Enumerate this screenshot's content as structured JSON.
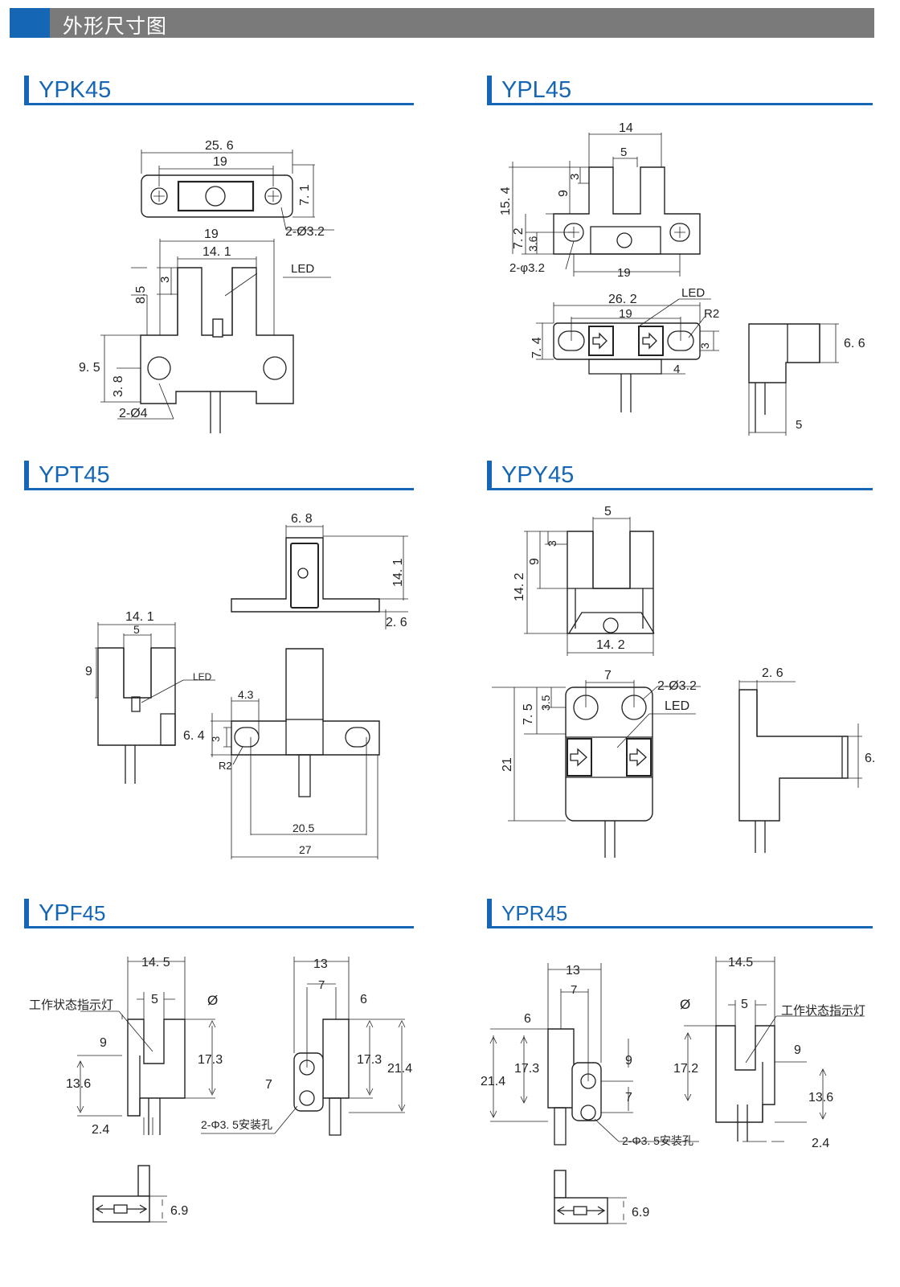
{
  "header": {
    "title": "外形尺寸图",
    "accent_color": "#1566b4",
    "bar_color": "#7a7a7a"
  },
  "sections": {
    "ypk45": {
      "title": "YPK45",
      "dims": {
        "d25_6": "25. 6",
        "d19a": "19",
        "d7_1": "7. 1",
        "hole": "2-Ø3.2",
        "d19b": "19",
        "d14_1": "14. 1",
        "led": "LED",
        "d8_5": "8.5",
        "d3": "3",
        "d9_5": "9. 5",
        "d3_8": "3. 8",
        "hole4": "2-Ø4"
      }
    },
    "ypl45": {
      "title": "YPL45",
      "dims": {
        "d14": "14",
        "d5": "5",
        "d15_4": "15. 4",
        "d9": "9",
        "d3": "3",
        "d7_2": "7. 2",
        "d3_6": "3.6",
        "hole": "2-φ3.2",
        "d19": "19",
        "led": "LED",
        "d26_2": "26. 2",
        "d19b": "19",
        "r2": "R2",
        "d7_4": "7. 4",
        "d3b": "3",
        "d4": "4",
        "d6_6": "6. 6",
        "d5b": "5"
      }
    },
    "ypt45": {
      "title": "YPT45",
      "dims": {
        "d6_8": "6. 8",
        "d14_1": "14. 1",
        "d2_6": "2. 6",
        "d14_1b": "14. 1",
        "d5": "5",
        "d9": "9",
        "led": "LED",
        "d4_3": "4.3",
        "d6_4": "6. 4",
        "d3": "3",
        "r2": "R2",
        "d20_5": "20.5",
        "d27": "27"
      }
    },
    "ypy45": {
      "title": "YPY45",
      "dims": {
        "d5": "5",
        "d3": "3",
        "d9": "9",
        "d14_2": "14. 2",
        "d14_2b": "14. 2",
        "d7": "7",
        "hole": "2-Ø3.2",
        "d2_6": "2. 6",
        "d7_5": "7. 5",
        "d3_5": "3.5",
        "led": "LED",
        "d21": "21",
        "d6": "6."
      }
    },
    "ypf45": {
      "title_a": "YP",
      "title_b": "F45",
      "dims": {
        "d14_5": "14. 5",
        "d5": "5",
        "indicator": "工作状态指示灯",
        "d0": "Ø",
        "d9": "9",
        "d17_3": "17.3",
        "d13_6": "13.6",
        "d2_4": "2.4",
        "d13": "13",
        "d7": "7",
        "d6": "6",
        "d17_3b": "17.3",
        "d21_4": "21.4",
        "d7b": "7",
        "hole": "2-Φ3. 5安装孔",
        "d6_9": "6.9"
      }
    },
    "ypr45": {
      "title": "YPR45",
      "dims": {
        "d13": "13",
        "d7": "7",
        "d6": "6",
        "d21_4": "21.4",
        "d17_3": "17.3",
        "d9": "9",
        "d7b": "7",
        "hole": "2-Φ3. 5安装孔",
        "d14_5": "14.5",
        "d5": "5",
        "indicator": "工作状态指示灯",
        "d0": "Ø",
        "d17_2": "17.2",
        "d9b": "9",
        "d13_6": "13.6",
        "d2_4": "2.4",
        "d6_9": "6.9"
      }
    }
  }
}
